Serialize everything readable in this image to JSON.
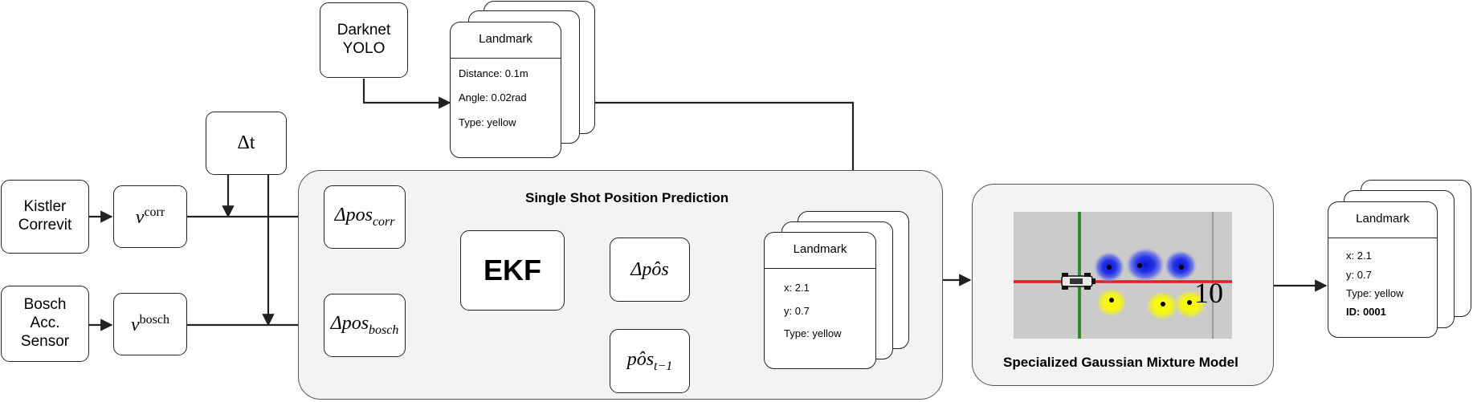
{
  "inputs": {
    "kistler": "Kistler\nCorrevit",
    "bosch": "Bosch\nAcc.\nSensor",
    "darknet": "Darknet\nYOLO",
    "delta_t": "Δt"
  },
  "velocities": {
    "corr": {
      "base": "v",
      "sup": "corr"
    },
    "bosch": {
      "base": "v",
      "sup": "bosch"
    }
  },
  "yolo_landmark": {
    "title": "Landmark",
    "distance": "Distance: 0.1m",
    "angle": "Angle: 0.02rad",
    "type": "Type: yellow"
  },
  "ssp_group": {
    "title": "Single Shot Position Prediction",
    "pos_corr": {
      "base": "Δpos",
      "sub": "corr"
    },
    "pos_bosch": {
      "base": "Δpos",
      "sub": "bosch"
    },
    "ekf": "EKF",
    "delta_pos_hat": {
      "base": "Δpôs"
    },
    "pos_hat_prev": {
      "base": "pôs",
      "sub": "t−1"
    },
    "landmark": {
      "title": "Landmark",
      "x": "x: 2.1",
      "y": "y: 0.7",
      "type": "Type: yellow"
    }
  },
  "gmm_group": {
    "title": "Specialized Gaussian Mixture Model",
    "overlay_number": "10"
  },
  "output_landmark": {
    "title": "Landmark",
    "x": "x: 2.1",
    "y": "y: 0.7",
    "type": "Type: yellow",
    "id": "ID: 0001"
  },
  "colors": {
    "stroke": "#222222",
    "group_fill": "#f3f3f3",
    "map_bg": "#cbcbcb",
    "red_line": "#e02020",
    "green_line": "#2e8b2e",
    "blue_blob": "#1d2de0",
    "yellow_blob": "#f2f21a"
  }
}
